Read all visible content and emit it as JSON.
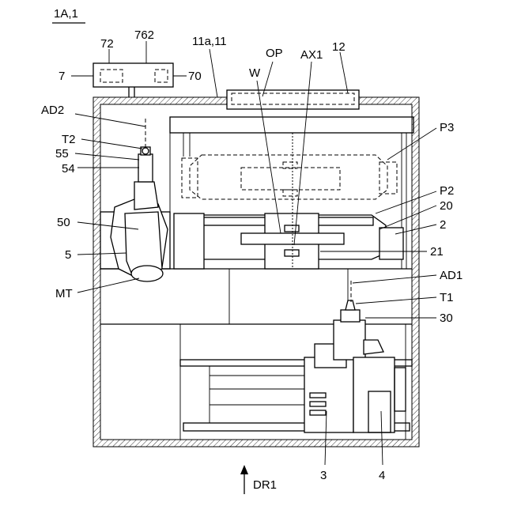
{
  "figure_title": "1A,1",
  "labels": {
    "l72": "72",
    "l762": "762",
    "l11a": "11a,11",
    "lOP": "OP",
    "lW": "W",
    "lAX1": "AX1",
    "l12": "12",
    "l7": "7",
    "l70": "70",
    "lAD2": "AD2",
    "lT2": "T2",
    "l55": "55",
    "l54": "54",
    "lP3": "P3",
    "lP2": "P2",
    "l20": "20",
    "l2": "2",
    "l50": "50",
    "l5": "5",
    "l21": "21",
    "lMT": "MT",
    "lAD1": "AD1",
    "lT1": "T1",
    "l30": "30",
    "l3": "3",
    "l4": "4",
    "lDR1": "DR1"
  }
}
